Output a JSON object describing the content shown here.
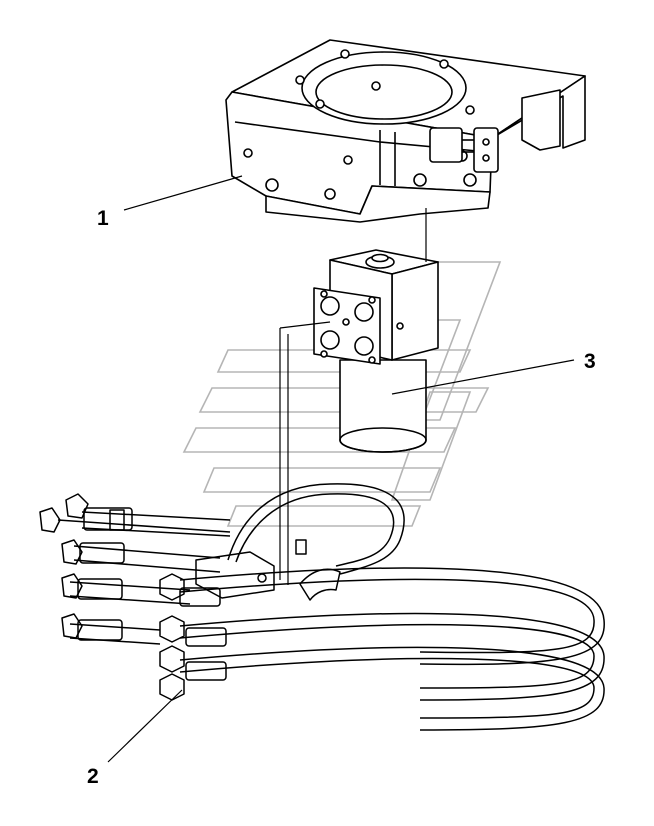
{
  "diagram": {
    "callouts": [
      {
        "id": "1",
        "label": "1"
      },
      {
        "id": "2",
        "label": "2"
      },
      {
        "id": "3",
        "label": "3"
      }
    ],
    "colors": {
      "line": "#000000",
      "background": "#ffffff",
      "watermark": "#b8b8b8"
    },
    "watermark": "brand-logo"
  }
}
